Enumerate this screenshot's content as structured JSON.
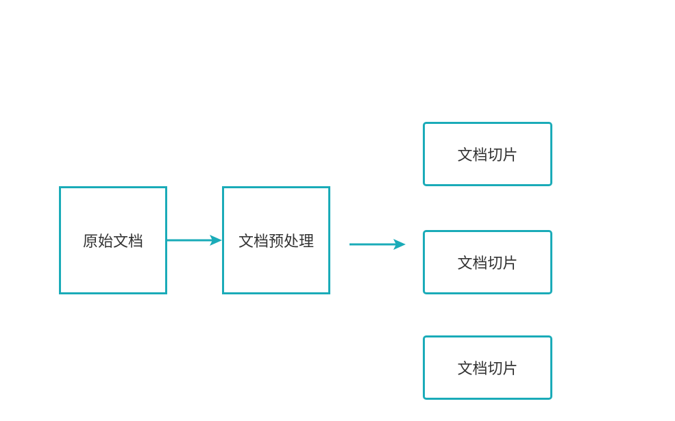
{
  "colors": {
    "stroke": "#1aabb8",
    "text": "#333333",
    "background": "#ffffff"
  },
  "nodes": {
    "raw_document": {
      "label": "原始文档"
    },
    "preprocess": {
      "label": "文档预处理"
    },
    "slices": [
      {
        "label": "文档切片"
      },
      {
        "label": "文档切片"
      },
      {
        "label": "文档切片"
      }
    ]
  },
  "edges": [
    {
      "from": "raw_document",
      "to": "preprocess"
    },
    {
      "from": "preprocess",
      "to": "slices"
    }
  ]
}
